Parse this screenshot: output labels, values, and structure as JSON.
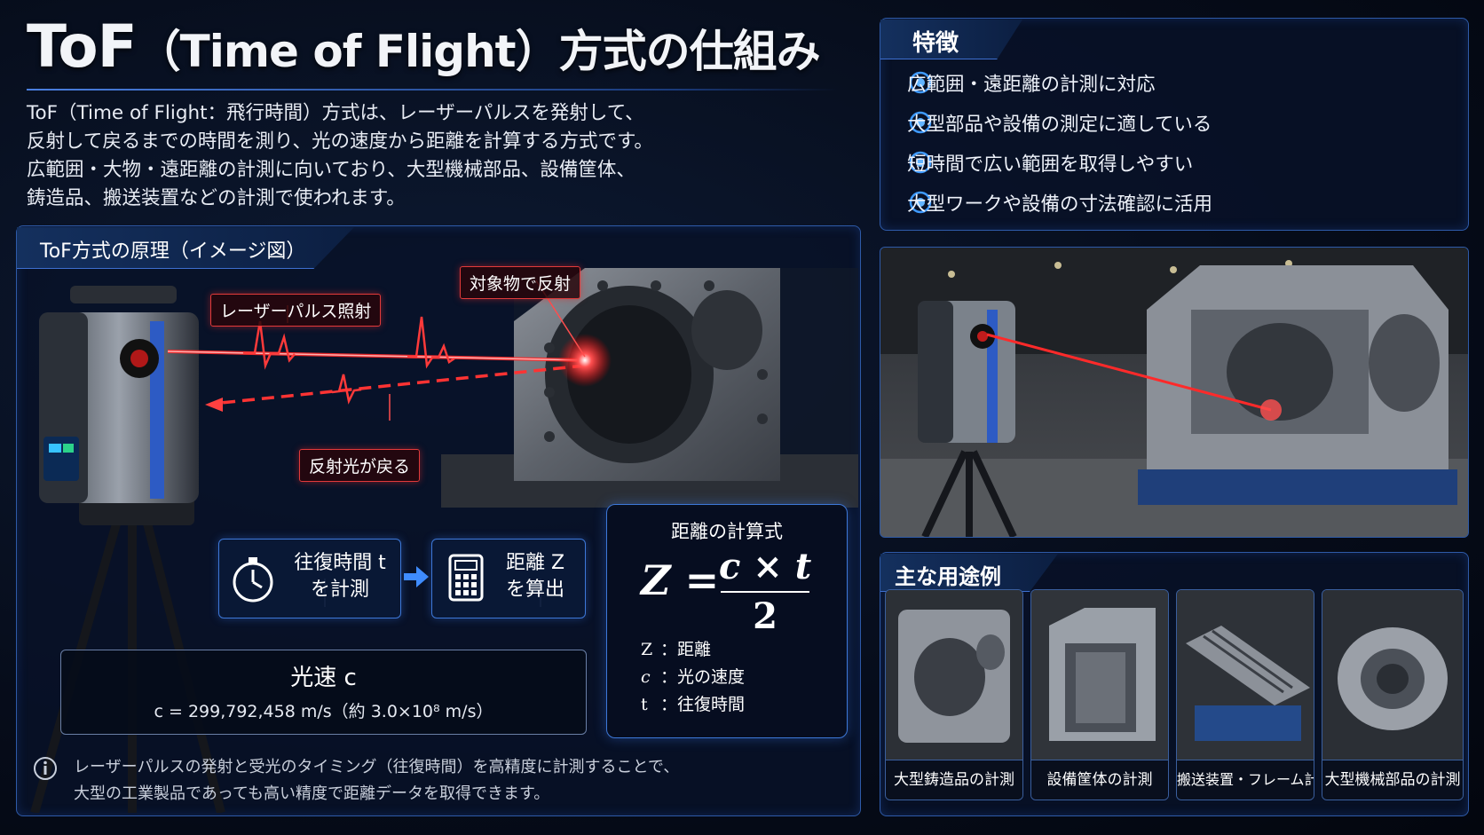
{
  "header": {
    "title_main": "ToF",
    "title_sub": "（Time of Flight）方式の仕組み"
  },
  "intro": {
    "lines": [
      "ToF（Time of Flight：飛行時間）方式は、レーザーパルスを発射して、",
      "反射して戻るまでの時間を測り、光の速度から距離を計算する方式です。",
      "広範囲・大物・遠距離の計測に向いており、大型機械部品、設備筐体、",
      "鋳造品、搬送装置などの計測で使われます。"
    ]
  },
  "principle": {
    "heading": "ToF方式の原理（イメージ図）",
    "label_emit": "レーザーパルス照射",
    "label_reflect_target": "対象物で反射",
    "label_return": "反射光が戻る",
    "step1_line1": "往復時間 t",
    "step1_line2": "を計測",
    "step2_line1": "距離 Z",
    "step2_line2": "を算出",
    "light_speed_title": "光速 c",
    "light_speed_value": "c = 299,792,458 m/s（約 3.0×10⁸ m/s）",
    "note_line1": "レーザーパルスの発射と受光のタイミング（往復時間）を高精度に計測することで、",
    "note_line2": "大型の工業製品であっても高い精度で距離データを取得できます。"
  },
  "formula": {
    "heading": "距離の計算式",
    "lhs": "Z =",
    "numerator": "c × t",
    "denominator": "2",
    "legend": [
      {
        "sym": "Z",
        "desc": "：距離"
      },
      {
        "sym": "c",
        "desc": "：光の速度"
      },
      {
        "sym": "t",
        "desc": "：往復時間"
      }
    ]
  },
  "features": {
    "heading": "特徴",
    "items": [
      "広範囲・遠距離の計測に対応",
      "大型部品や設備の測定に適している",
      "短時間で広い範囲を取得しやすい",
      "大型ワークや設備の寸法確認に活用"
    ]
  },
  "uses": {
    "heading": "主な用途例",
    "items": [
      "大型鋳造品の計測",
      "設備筐体の計測",
      "搬送装置・フレーム計測",
      "大型機械部品の計測"
    ]
  },
  "colors": {
    "accent_blue": "#3d78d8",
    "laser_red": "#ff2a2a",
    "panel_bg": "#081228"
  }
}
